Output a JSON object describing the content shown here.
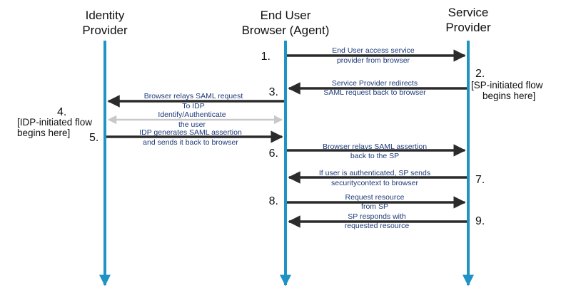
{
  "actors": {
    "identity_provider": {
      "line1": "Identity",
      "line2": "Provider"
    },
    "browser": {
      "line1": "End User",
      "line2": "Browser (Agent)"
    },
    "service_provider": {
      "line1": "Service",
      "line2": "Provider"
    }
  },
  "colors": {
    "lifeline": "#1f93c4",
    "arrow": "#2b2b2b",
    "arrow_light": "#c8c8c8",
    "message_text": "#1d3a78"
  },
  "steps": [
    {
      "number": "1.",
      "text1": "End User access service",
      "text2": "provider from browser"
    },
    {
      "number": "2.",
      "note1": "[SP-initiated flow",
      "note2": "begins here]",
      "text1": "Service Provider redirects",
      "text2": "SAML request back to browser"
    },
    {
      "number": "3.",
      "text1": "Browser relays SAML request",
      "text2": "To IDP"
    },
    {
      "number": "4.",
      "note1": "[IDP-initiated flow",
      "note2": "begins here]",
      "text1": "Identify/Authenticate",
      "text2": "the user"
    },
    {
      "number": "5.",
      "text1": "IDP generates SAML assertion",
      "text2": "and sends it back to browser"
    },
    {
      "number": "6.",
      "text1": "Browser relays SAML assertion",
      "text2": "back to the SP"
    },
    {
      "number": "7.",
      "text1": "If user is authenticated, SP sends",
      "text2": "securitycontext to browser"
    },
    {
      "number": "8.",
      "text1": "Request resource",
      "text2": "from SP"
    },
    {
      "number": "9.",
      "text1": "SP responds with",
      "text2": "requested resource"
    }
  ]
}
